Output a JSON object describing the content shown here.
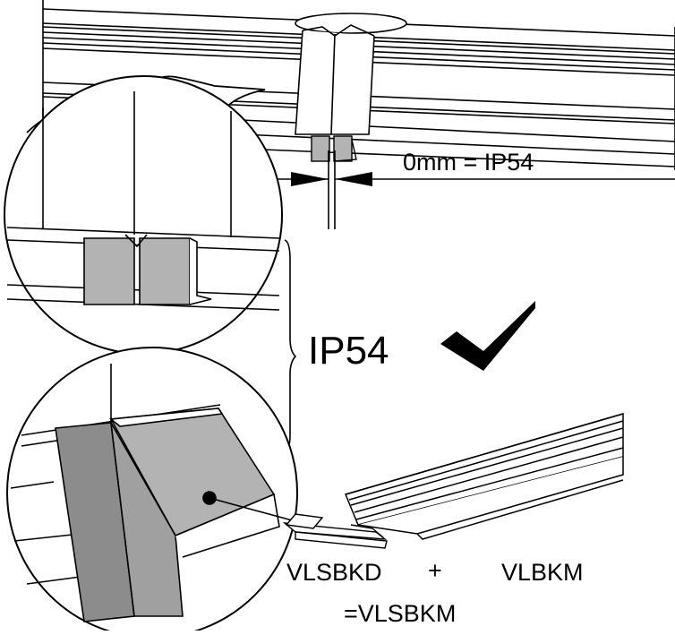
{
  "labels": {
    "gap": "0mm = IP54",
    "rating": "IP54",
    "part_a": "VLSBKD",
    "plus": "+",
    "part_b": "VLBKM",
    "result": "=VLSBKM"
  },
  "colors": {
    "line": "#000000",
    "part_fill": "#b3b3b3",
    "part_dark": "#8c8c8c",
    "background": "#ffffff"
  },
  "icons": {
    "approval": "checkmark-icon"
  }
}
